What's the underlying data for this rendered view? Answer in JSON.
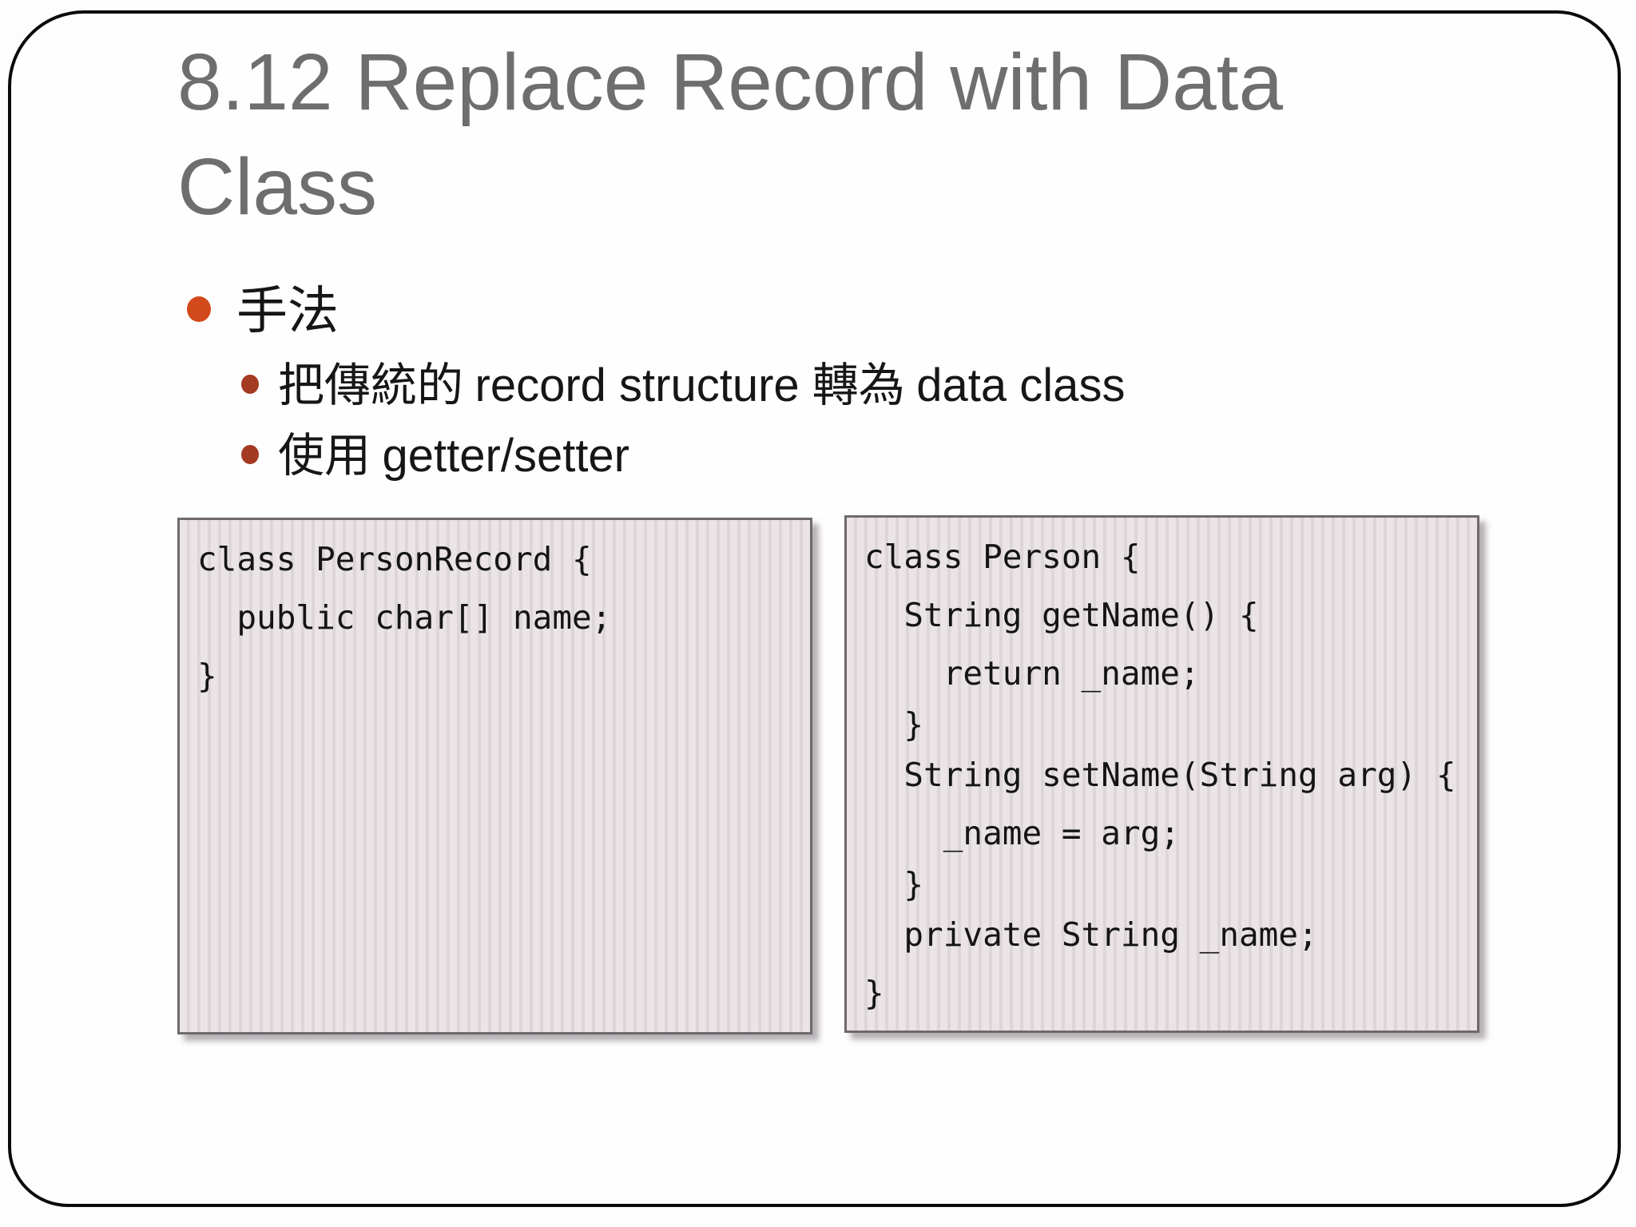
{
  "slide": {
    "title": "8.12 Replace Record with Data Class",
    "bullets": [
      {
        "level": 1,
        "segments": [
          {
            "text": "手法",
            "lang": "cjk"
          }
        ]
      },
      {
        "level": 2,
        "segments": [
          {
            "text": "把傳統的 ",
            "lang": "cjk"
          },
          {
            "text": "record structure ",
            "lang": "latin"
          },
          {
            "text": "轉為 ",
            "lang": "cjk"
          },
          {
            "text": "data class",
            "lang": "latin"
          }
        ]
      },
      {
        "level": 2,
        "segments": [
          {
            "text": "使用 ",
            "lang": "cjk"
          },
          {
            "text": "getter/setter",
            "lang": "latin"
          }
        ]
      }
    ],
    "code_boxes": [
      {
        "name": "code-box-person-record",
        "lines": [
          {
            "text": "class PersonRecord {"
          },
          {
            "text": "  public char[] name;"
          },
          {
            "text": "}"
          }
        ]
      },
      {
        "name": "code-box-person",
        "lines": [
          {
            "text": "class Person {"
          },
          {
            "text": "  String getName() {"
          },
          {
            "text": "    return _name;"
          },
          {
            "text": "  }",
            "tight": true
          },
          {
            "text": "  String setName(String arg) {"
          },
          {
            "text": "    _name = arg;"
          },
          {
            "text": "  }",
            "tight": true
          },
          {
            "text": "  private String _name;"
          },
          {
            "text": "}"
          }
        ]
      }
    ],
    "colors": {
      "title_gray": "#6e6e6e",
      "bullet_level1": "#d2491c",
      "bullet_level2": "#a33a22",
      "frame_border": "#0a0a0a",
      "code_box_border": "#6f696d",
      "code_stripe_light": "#ebe4e6",
      "code_stripe_dark": "#ddd6d9"
    }
  }
}
